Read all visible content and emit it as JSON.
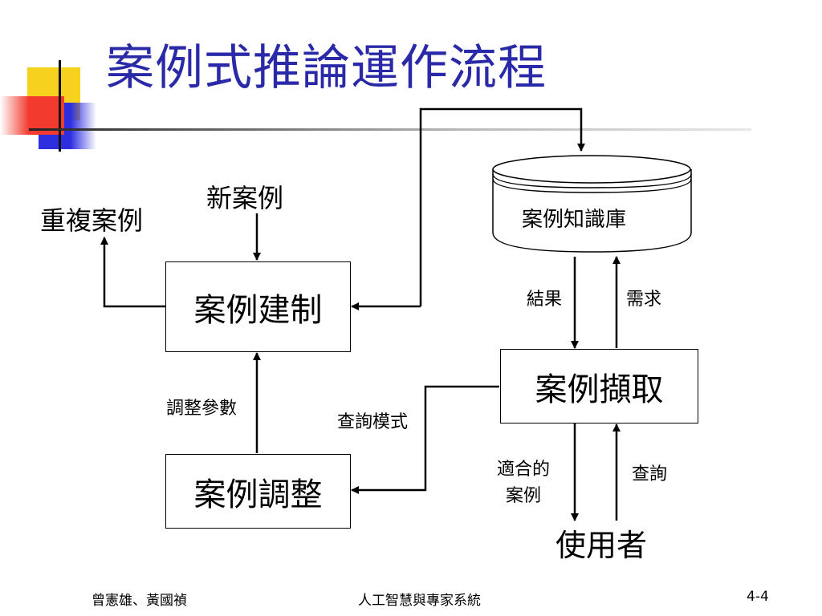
{
  "slide": {
    "title": "案例式推論運作流程",
    "accent_colors": {
      "title": "#2a2aa8",
      "yellow": "#f6d21f",
      "red": "#f23a2e",
      "blue": "#2d2ee0"
    }
  },
  "diagram": {
    "nodes": {
      "case_base": "案例知識庫",
      "case_build": "案例建制",
      "case_retrieve": "案例擷取",
      "case_adjust": "案例調整",
      "new_case": "新案例",
      "duplicate_case": "重複案例",
      "user": "使用者"
    },
    "edges": {
      "result": "結果",
      "demand": "需求",
      "adjust_params": "調整參數",
      "query_pattern": "查詢模式",
      "suitable_case_line1": "適合的",
      "suitable_case_line2": "案例",
      "query": "查詢"
    }
  },
  "footer": {
    "authors": "曾憲雄、黃國禎",
    "course": "人工智慧與專家系統",
    "page": "4-4"
  }
}
